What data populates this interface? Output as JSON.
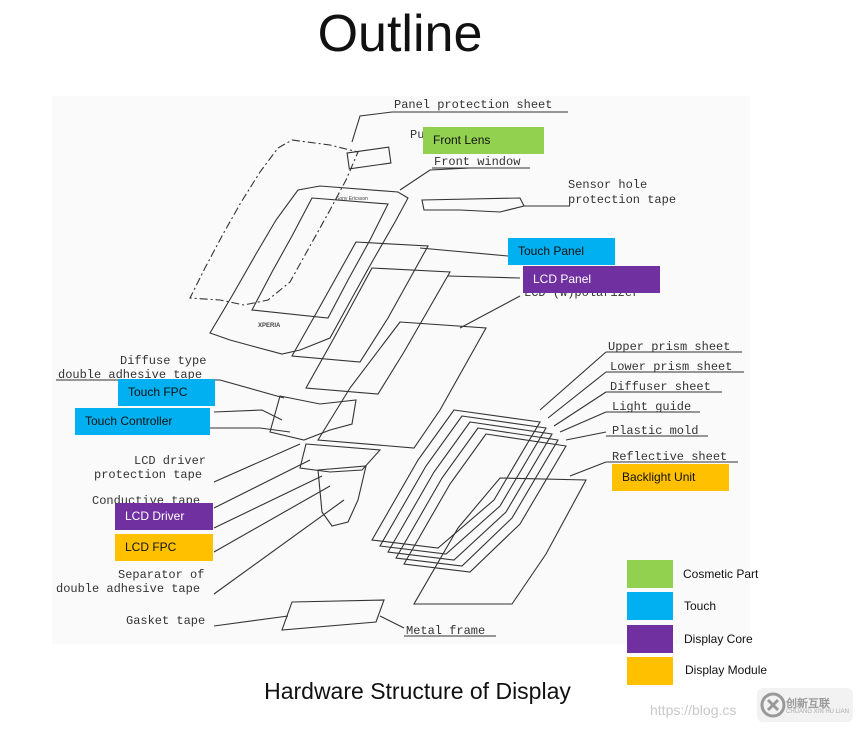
{
  "title": "Outline",
  "subtitle": "Hardware Structure of Display",
  "colors": {
    "cosmetic": "#92d050",
    "touch": "#00b0f0",
    "core": "#7030a0",
    "module": "#ffc000"
  },
  "drawing_labels": {
    "panel_protection_sheet": "Panel protection sheet",
    "pu_partial": "Pu",
    "front_window": "Front window",
    "sensor_hole_1": "Sensor hole",
    "sensor_hole_2": "protection tape",
    "lcd_polarizer": "LCD (w)polarizer",
    "diffuse_1": "Diffuse type",
    "diffuse_2": "double adhesive tape",
    "lcd_driver_tape_1": "LCD driver",
    "lcd_driver_tape_2": "protection tape",
    "conductive_tape": "Conductive tape",
    "separator_1": "Separator of",
    "separator_2": "double adhesive tape",
    "gasket_tape": "Gasket tape",
    "upper_prism": "Upper prism sheet",
    "lower_prism": "Lower prism sheet",
    "diffuser_sheet": "Diffuser sheet",
    "light_guide": "Light guide",
    "plastic_mold": "Plastic mold",
    "reflective_sheet": "Reflective sheet",
    "metal_frame": "Metal frame",
    "phone_brand": "Sony Ericsson",
    "phone_model": "XPERIA"
  },
  "tags": {
    "front_lens": "Front Lens",
    "touch_panel": "Touch Panel",
    "lcd_panel": "LCD Panel",
    "touch_fpc": "Touch FPC",
    "touch_controller": "Touch Controller",
    "backlight_unit": "Backlight Unit",
    "lcd_driver": "LCD Driver",
    "lcd_fpc": "LCD FPC"
  },
  "legend": [
    {
      "label": "Cosmetic Part",
      "color": "#92d050"
    },
    {
      "label": "Touch",
      "color": "#00b0f0"
    },
    {
      "label": "Display Core",
      "color": "#7030a0"
    },
    {
      "label": "Display Module",
      "color": "#ffc000"
    }
  ],
  "watermark": {
    "url": "https://blog.cs",
    "cn": "创新互联",
    "en": "CHUANG XIN HU LIAN"
  }
}
